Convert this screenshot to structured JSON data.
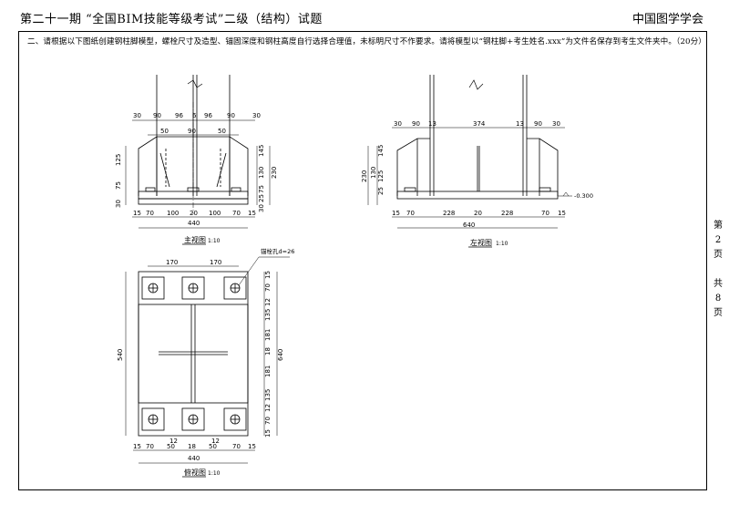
{
  "header": {
    "title": "第二十一期 “全国BIM技能等级考试”二级（结构）试题",
    "organization": "中国图学学会"
  },
  "question": {
    "text": "二、请根据以下图纸创建钢柱脚模型，螺栓尺寸及造型、锚固深度和钢柱高度自行选择合理值，未标明尺寸不作要求。请将模型以“钢柱脚+考生姓名.xxx”为文件名保存到考生文件夹中。（20分）"
  },
  "page_indicator": {
    "page_chars": [
      "第",
      "2",
      "页"
    ],
    "total_chars": [
      "共",
      "8",
      "页"
    ]
  },
  "front_view": {
    "title": "主视图",
    "scale": "1:10",
    "top_dims": [
      "30",
      "90",
      "96",
      "6",
      "96",
      "90",
      "30"
    ],
    "second_dims": [
      "50",
      "90",
      "50"
    ],
    "left_dims": [
      "125",
      "75",
      "30"
    ],
    "right_dims": [
      "145",
      "130",
      "230",
      "75",
      "25",
      "30"
    ],
    "bottom_dims": [
      "15",
      "70",
      "100",
      "20",
      "100",
      "70",
      "15"
    ],
    "total_width": "440"
  },
  "side_view": {
    "title": "左视图",
    "scale": "1:10",
    "top_dims": [
      "30",
      "90",
      "13",
      "374",
      "13",
      "90",
      "30"
    ],
    "left_dims": [
      "145",
      "230",
      "130",
      "125",
      "25"
    ],
    "elevation": "-0.300",
    "bottom_dims": [
      "15",
      "70",
      "228",
      "20",
      "228",
      "70",
      "15"
    ],
    "total_width": "640"
  },
  "plan_view": {
    "title": "俯视图",
    "scale": "1:10",
    "top_dims": [
      "170",
      "170"
    ],
    "hole_note": "锚栓孔d=26",
    "left_dim": "540",
    "right_dims": [
      "15",
      "70",
      "12",
      "135",
      "181",
      "18",
      "181",
      "135",
      "12",
      "70",
      "15"
    ],
    "right_total": "640",
    "bottom_small_dims": [
      "12",
      "12"
    ],
    "bottom_dims": [
      "15",
      "70",
      "50",
      "18",
      "50",
      "70",
      "15"
    ],
    "total_width": "440"
  }
}
